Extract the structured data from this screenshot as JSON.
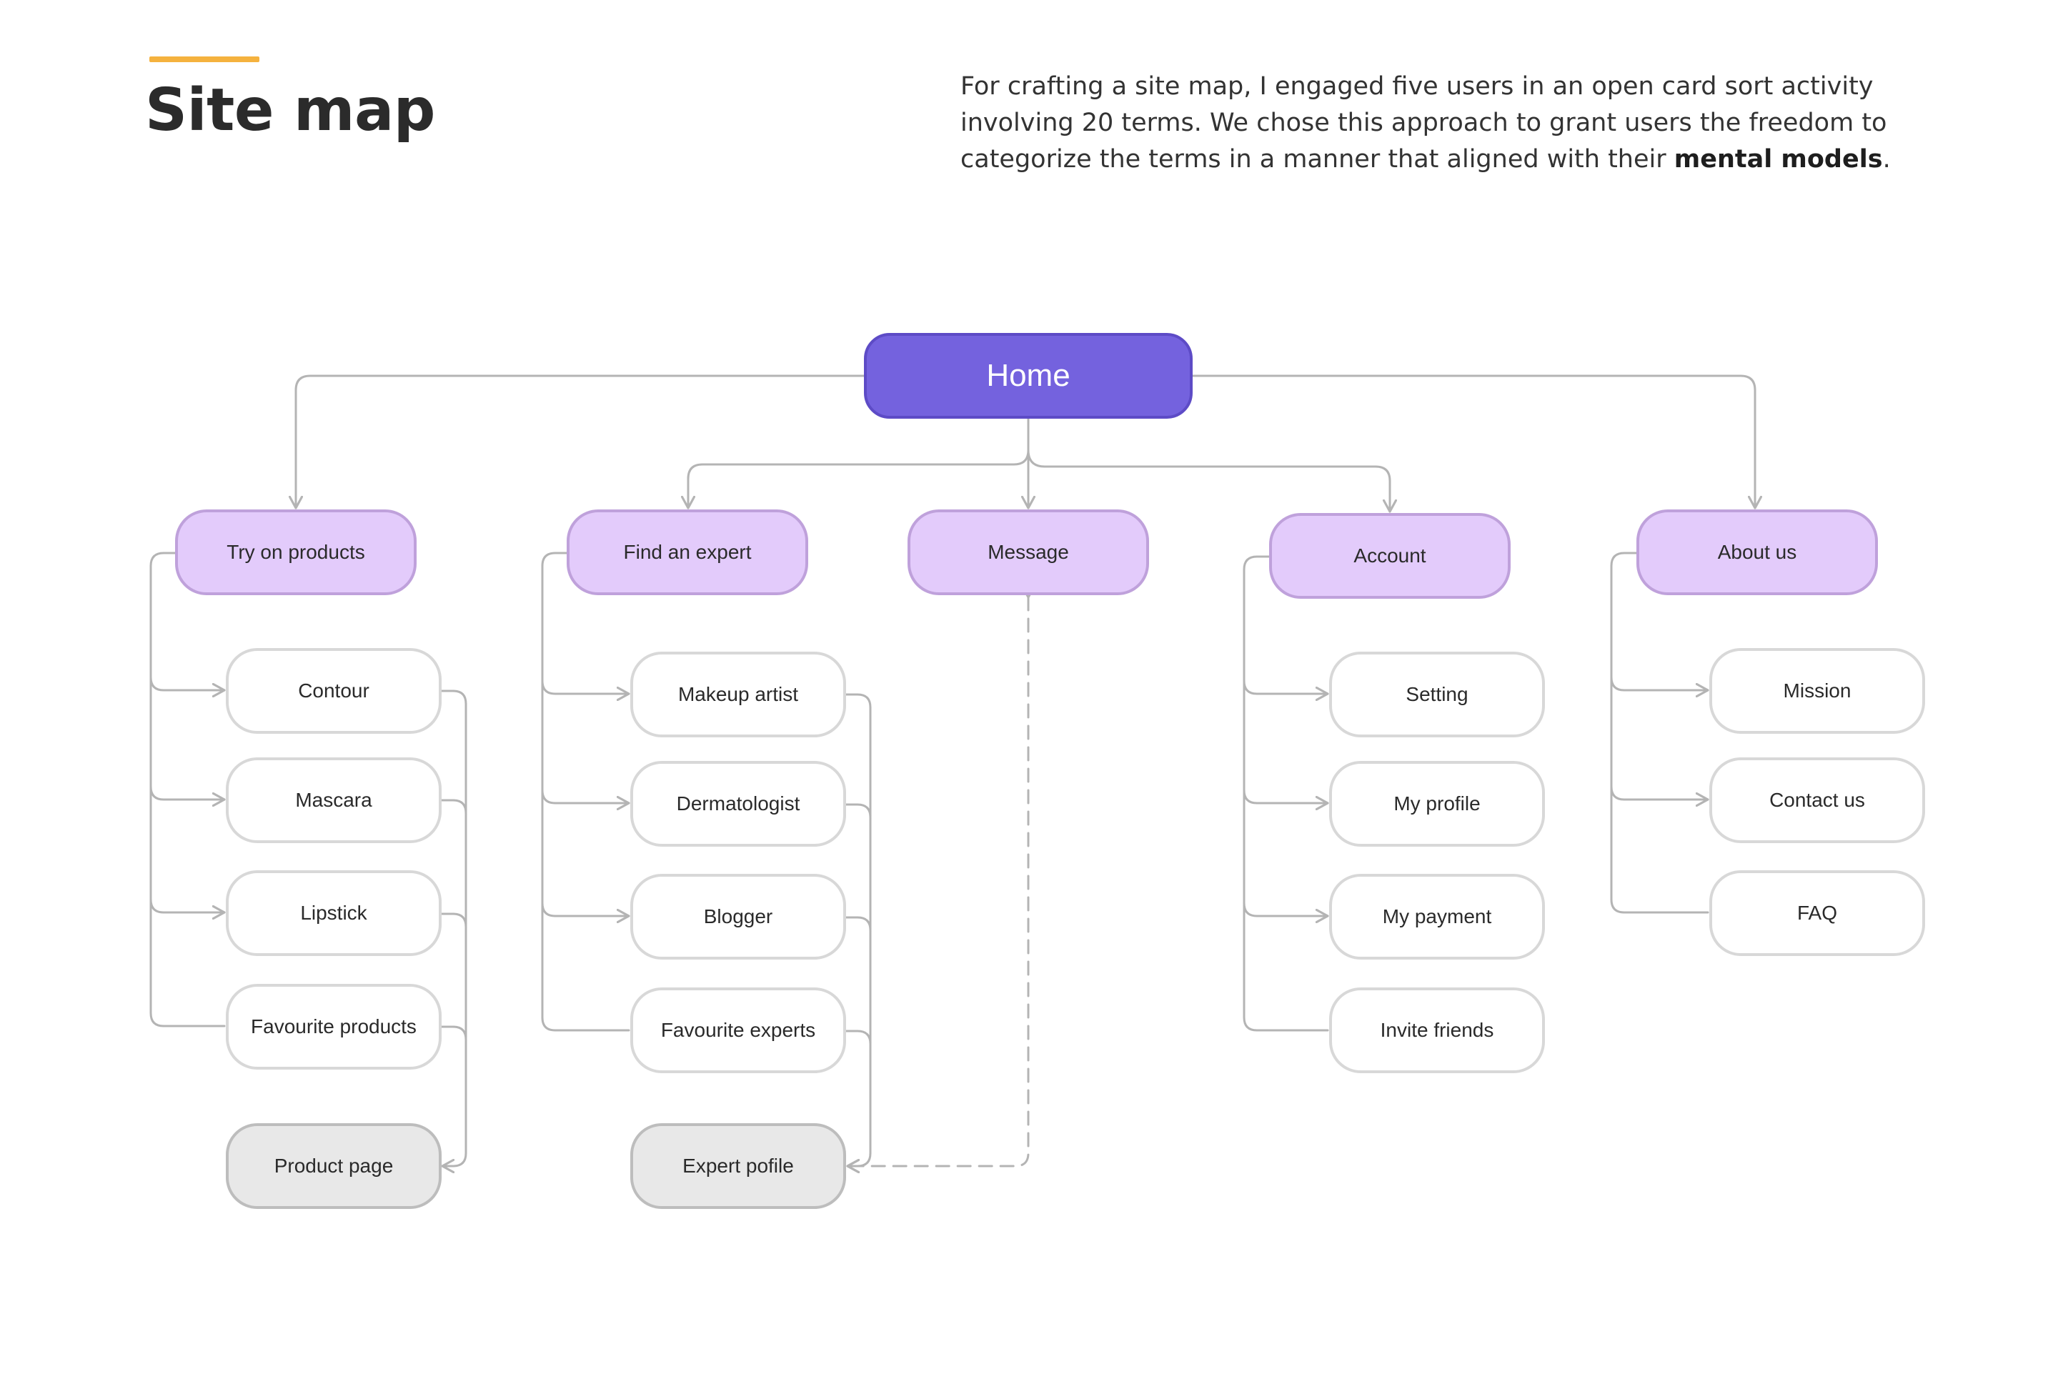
{
  "header": {
    "title": "Site map",
    "intro_part1": "For crafting a site map, I engaged five users in an open card sort activity involving 20 terms. We chose this approach to grant users the freedom to categorize the terms in a manner that aligned with their ",
    "intro_bold": "mental models",
    "intro_end": "."
  },
  "colors": {
    "accent": "#F5B23E",
    "root_fill": "#7462DE",
    "category_fill": "#E3CBFB",
    "detail_fill": "#E8E8E8",
    "connector": "#B4B4B4"
  },
  "sitemap": {
    "root": "Home",
    "categories": [
      {
        "label": "Try on products",
        "children": [
          "Contour",
          "Mascara",
          "Lipstick",
          "Favourite products"
        ],
        "detail": "Product page"
      },
      {
        "label": "Find an expert",
        "children": [
          "Makeup artist",
          "Dermatologist",
          "Blogger",
          "Favourite experts"
        ],
        "detail": "Expert pofile"
      },
      {
        "label": "Message",
        "children": []
      },
      {
        "label": "Account",
        "children": [
          "Setting",
          "My profile",
          "My payment",
          "Invite friends"
        ]
      },
      {
        "label": "About us",
        "children": [
          "Mission",
          "Contact us",
          "FAQ"
        ]
      }
    ]
  }
}
